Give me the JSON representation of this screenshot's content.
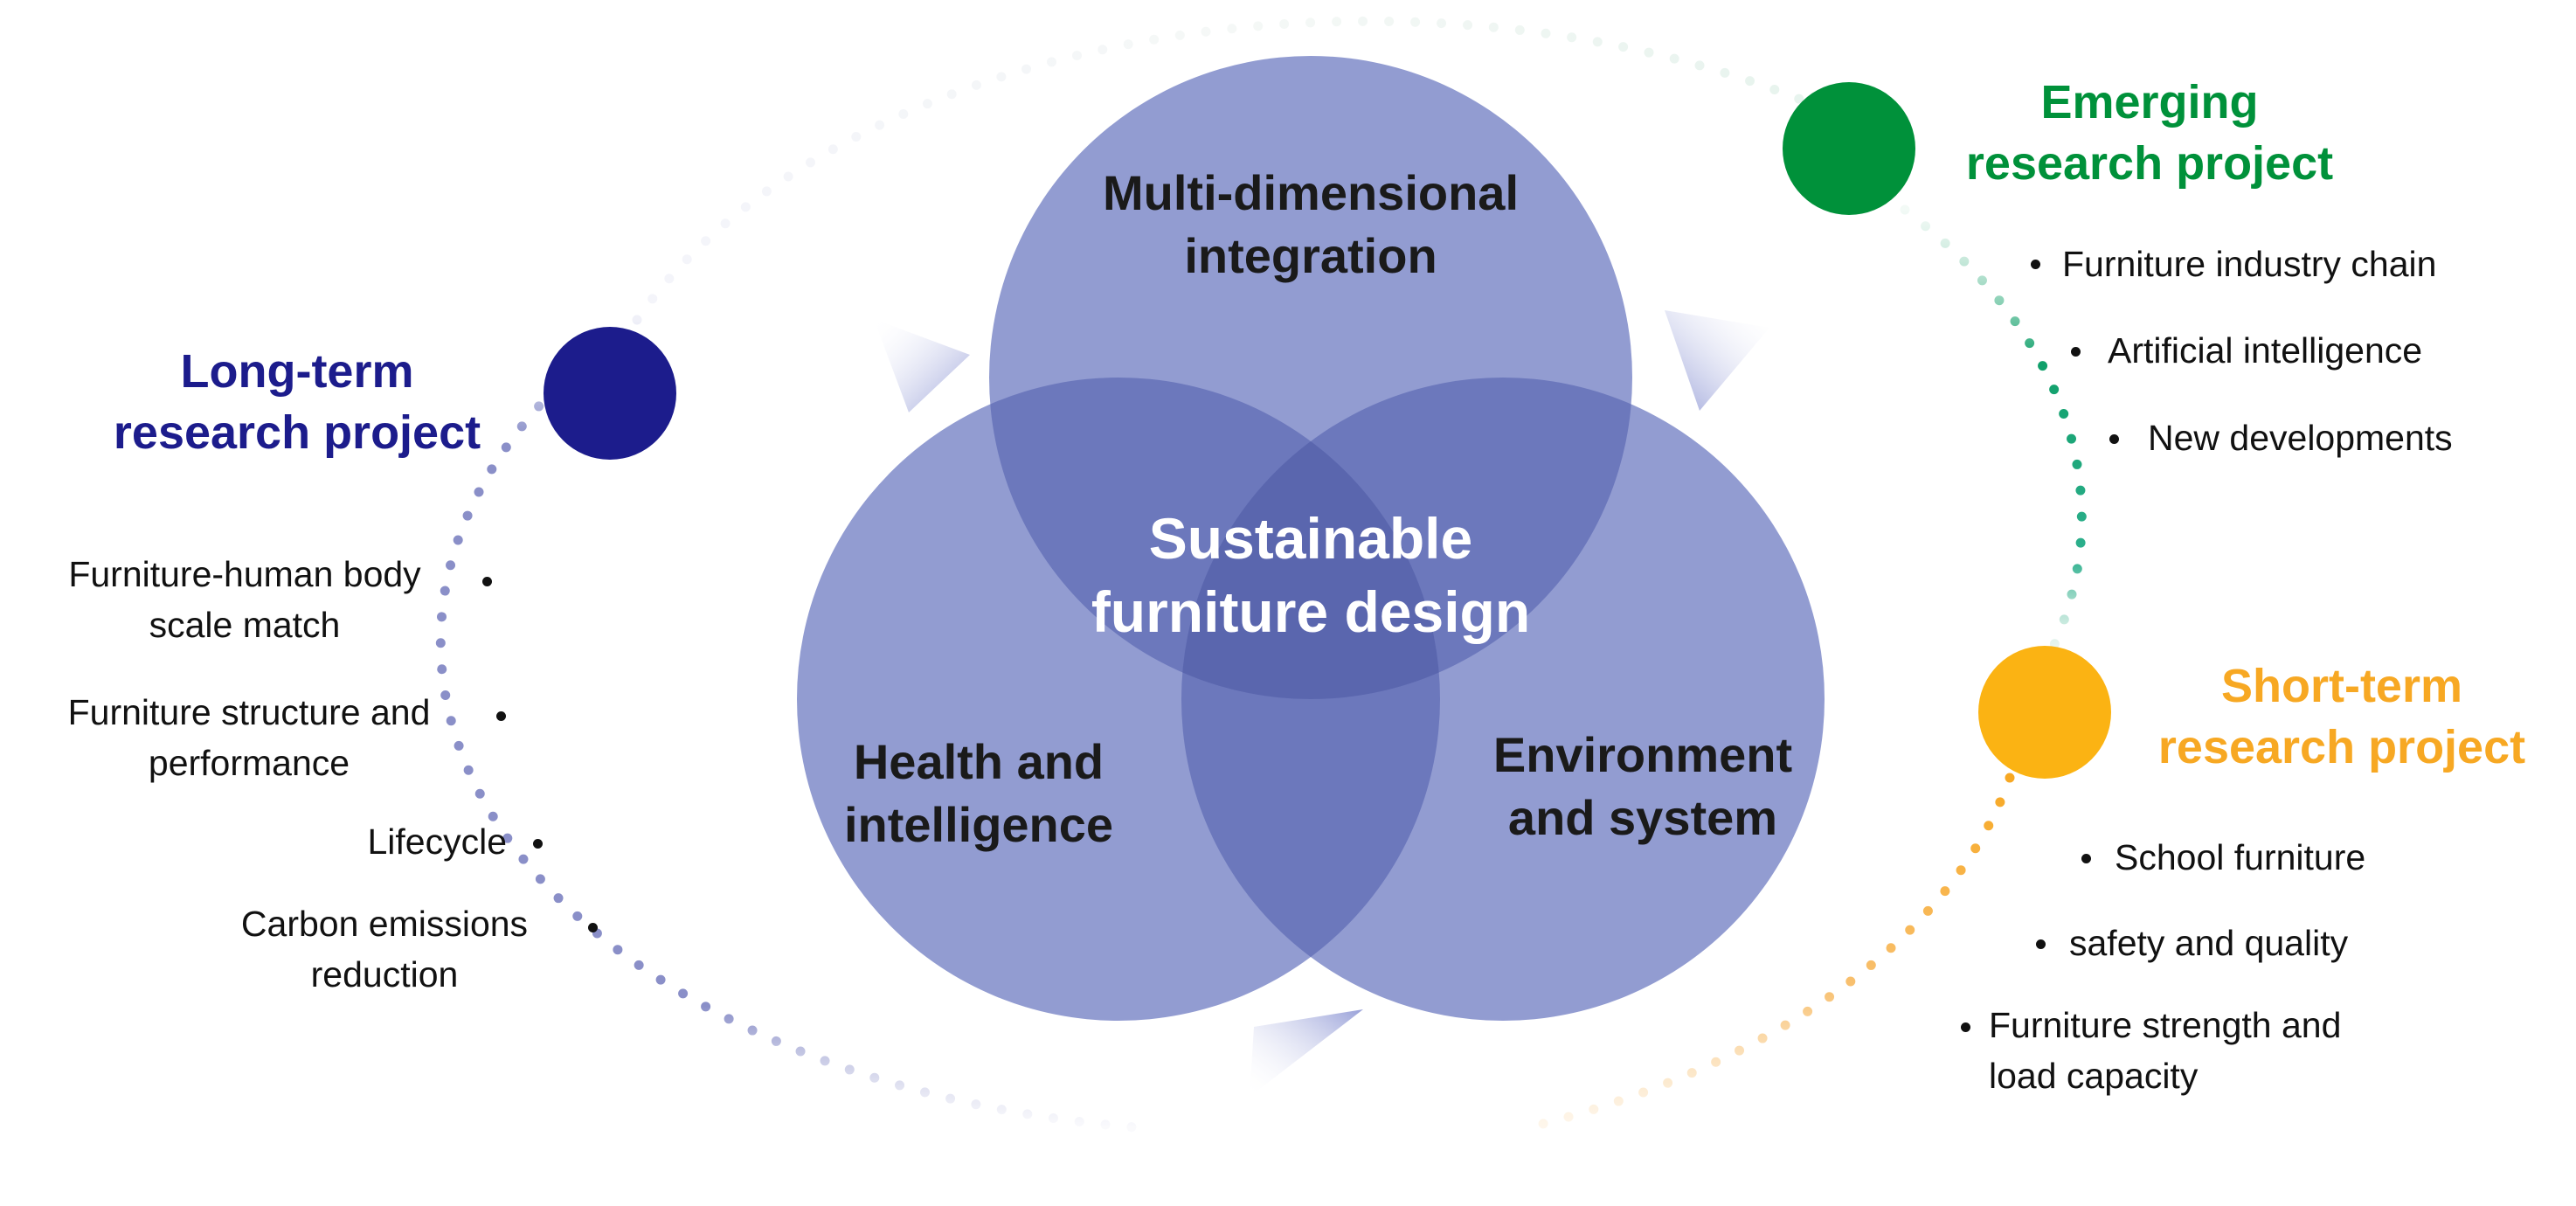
{
  "center": {
    "line1": "Sustainable",
    "line2": "furniture design"
  },
  "circles": {
    "top": {
      "line1": "Multi-dimensional",
      "line2": "integration"
    },
    "left": {
      "line1": "Health and",
      "line2": "intelligence"
    },
    "right": {
      "line1": "Environment",
      "line2": "and system"
    },
    "fill": "#7f8cc6",
    "overlap_fill": "#5862ac"
  },
  "groups": {
    "long_term": {
      "title1": "Long-term",
      "title2": "research project",
      "color": "#1c1c8c",
      "items": [
        {
          "line1": "Furniture-human body",
          "line2": "scale match"
        },
        {
          "line1": "Furniture structure and",
          "line2": "performance"
        },
        {
          "line1": "Lifecycle",
          "line2": ""
        },
        {
          "line1": "Carbon emissions",
          "line2": "reduction"
        }
      ]
    },
    "emerging": {
      "title1": "Emerging",
      "title2": "research project",
      "color": "#00913a",
      "items": [
        {
          "line1": "Furniture industry chain"
        },
        {
          "line1": "Artificial intelligence"
        },
        {
          "line1": "New developments"
        }
      ]
    },
    "short_term": {
      "title1": "Short-term",
      "title2": "research project",
      "color": "#f7a823",
      "items": [
        {
          "line1": "School furniture",
          "line2": ""
        },
        {
          "line1": "safety and quality",
          "line2": ""
        },
        {
          "line1": "Furniture strength and",
          "line2": "load capacity"
        }
      ]
    }
  },
  "colors": {
    "ring_dots": "#8d90c4",
    "arrow": "#a9b0dc"
  }
}
